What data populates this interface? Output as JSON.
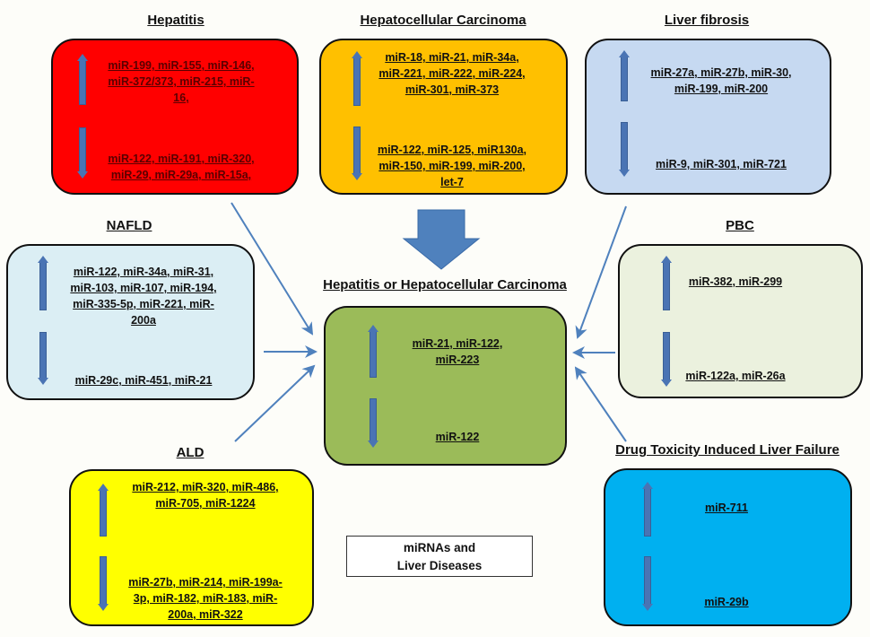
{
  "diagram": {
    "caption": [
      "miRNAs and",
      "Liver Diseases"
    ],
    "center": {
      "title": "Hepatitis or Hepatocellular Carcinoma",
      "up": "miR-21, miR-122, miR-223",
      "down": "miR-122",
      "color": "#9bbb59"
    },
    "diseases": [
      {
        "title": "Hepatitis",
        "color": "#ff0000",
        "up": "miR-199, miR-155, miR-146, miR-372/373, miR-215, miR-16,",
        "down": "miR-122, miR-191, miR-320, miR-29, miR-29a, miR-15a,"
      },
      {
        "title": "Hepatocellular Carcinoma",
        "color": "#ffc000",
        "up": "miR-18, miR-21, miR-34a, miR-221, miR-222, miR-224, miR-301, miR-373",
        "down": "miR-122, miR-125, miR130a, miR-150, miR-199, miR-200, let-7"
      },
      {
        "title": "Liver fibrosis",
        "color": "#c6d9f1",
        "up": "miR-27a, miR-27b, miR-30, miR-199, miR-200",
        "down": "miR-9, miR-301, miR-721"
      },
      {
        "title": "NAFLD",
        "color": "#dbeef4",
        "up": "miR-122, miR-34a, miR-31, miR-103, miR-107, miR-194, miR-335-5p, miR-221, miR-200a",
        "down": "miR-29c, miR-451, miR-21"
      },
      {
        "title": "PBC",
        "color": "#ebf1de",
        "up": "miR-382, miR-299",
        "down": "miR-122a, miR-26a"
      },
      {
        "title": "ALD",
        "color": "#ffff00",
        "up": "miR-212, miR-320, miR-486, miR-705, miR-1224",
        "down": "miR-27b, miR-214, miR-199a-3p, miR-182, miR-183, miR-200a, miR-322"
      },
      {
        "title": "Drug Toxicity Induced Liver Failure",
        "color": "#00b0f0",
        "up": "miR-711",
        "down": "miR-29b"
      }
    ],
    "arrow_color": "#4f81bd"
  }
}
